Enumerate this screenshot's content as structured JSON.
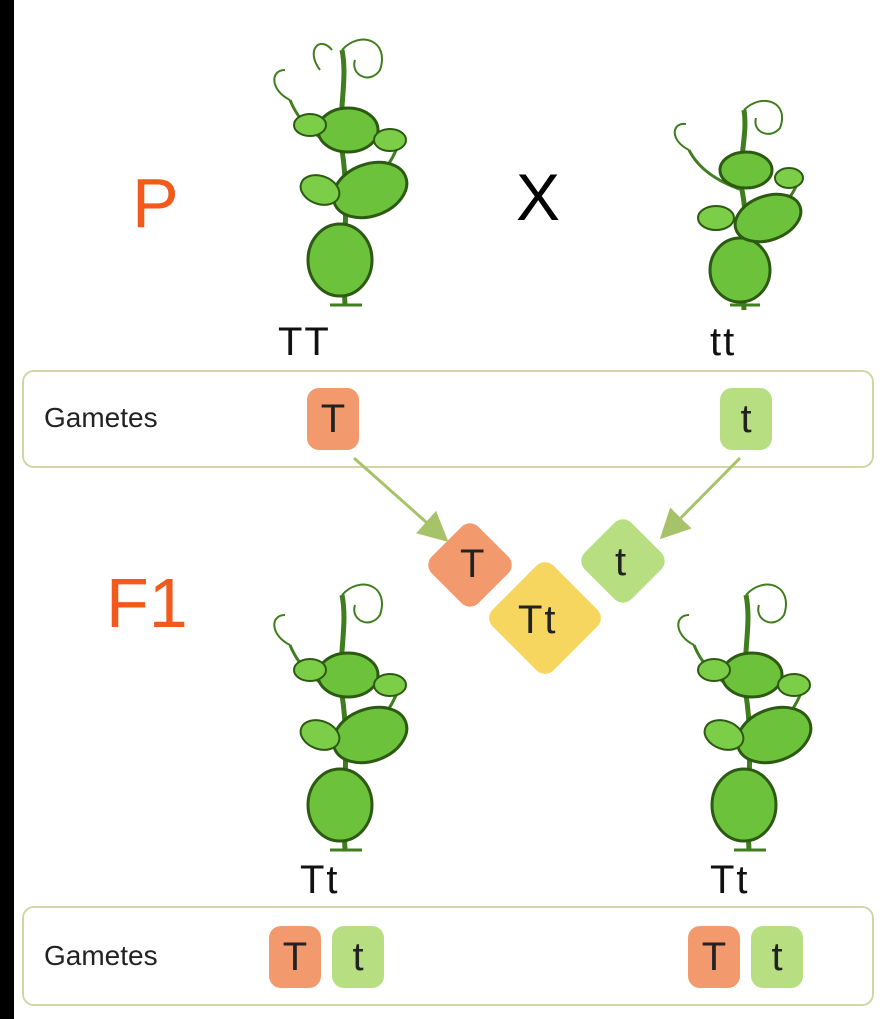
{
  "generations": {
    "parental": "P",
    "first_filial": "F1"
  },
  "cross_symbol": "X",
  "parents": {
    "left_genotype": "TT",
    "right_genotype": "tt"
  },
  "gametes_row_1": {
    "label": "Gametes",
    "left": "T",
    "right": "t"
  },
  "fusion": {
    "left": "T",
    "right": "t",
    "zygote": "Tt"
  },
  "offspring": {
    "left_genotype": "Tt",
    "right_genotype": "Tt"
  },
  "gametes_row_2": {
    "label": "Gametes",
    "left_a": "T",
    "left_b": "t",
    "right_a": "T",
    "right_b": "t"
  },
  "colors": {
    "generation_label": "#f25a1c",
    "dominant_gamete": "#f29a6d",
    "recessive_gamete": "#b7df82",
    "zygote": "#f7d65f",
    "plant_leaf": "#6cc23a"
  }
}
